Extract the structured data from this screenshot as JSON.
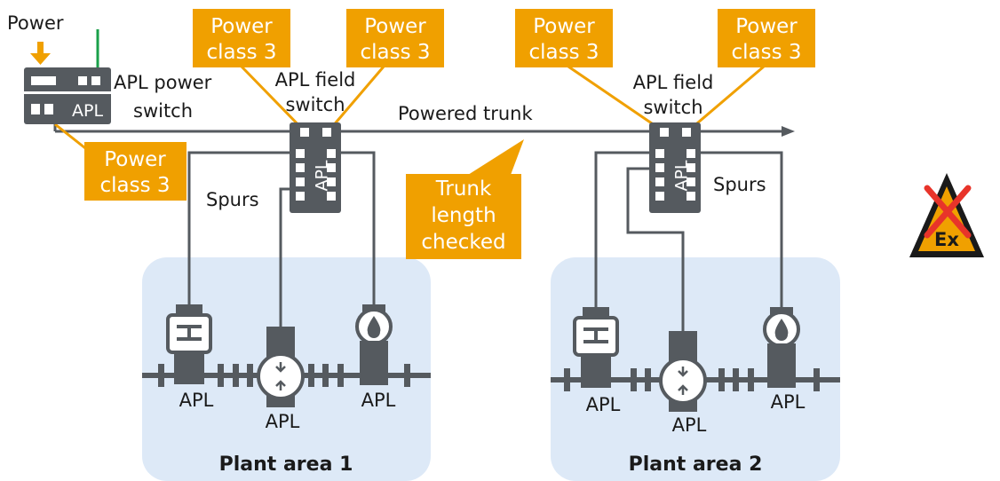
{
  "labels": {
    "power": "Power",
    "apl_power_switch_1": "APL power",
    "apl_power_switch_2": "switch",
    "apl_on_switch": "APL",
    "field_switch_1_line1": "APL field",
    "field_switch_1_line2": "switch",
    "field_switch_2_line1": "APL field",
    "field_switch_2_line2": "switch",
    "powered_trunk": "Powered trunk",
    "spurs_1": "Spurs",
    "spurs_2": "Spurs",
    "switch_apl_1": "APL",
    "switch_apl_2": "APL"
  },
  "callouts": {
    "pc_fs1_left": [
      "Power",
      "class 3"
    ],
    "pc_fs1_right": [
      "Power",
      "class 3"
    ],
    "pc_fs2_left": [
      "Power",
      "class 3"
    ],
    "pc_fs2_right": [
      "Power",
      "class 3"
    ],
    "pc_power_switch": [
      "Power",
      "class 3"
    ],
    "trunk_checked": [
      "Trunk",
      "length",
      "checked"
    ]
  },
  "areas": [
    {
      "title": "Plant area 1",
      "devices": [
        "APL",
        "APL",
        "APL"
      ]
    },
    {
      "title": "Plant area 2",
      "devices": [
        "APL",
        "APL",
        "APL"
      ]
    }
  ],
  "colors": {
    "orange": "#f0a000",
    "dark": "#555a5f",
    "area_bg": "#dde9f7",
    "green": "#1aa04a",
    "hazard_red": "#e8342a"
  },
  "icons": [
    "arrow-down-icon",
    "transmitter-icon",
    "flowmeter-icon",
    "level-sensor-icon",
    "ex-hazard-crossed-icon"
  ]
}
